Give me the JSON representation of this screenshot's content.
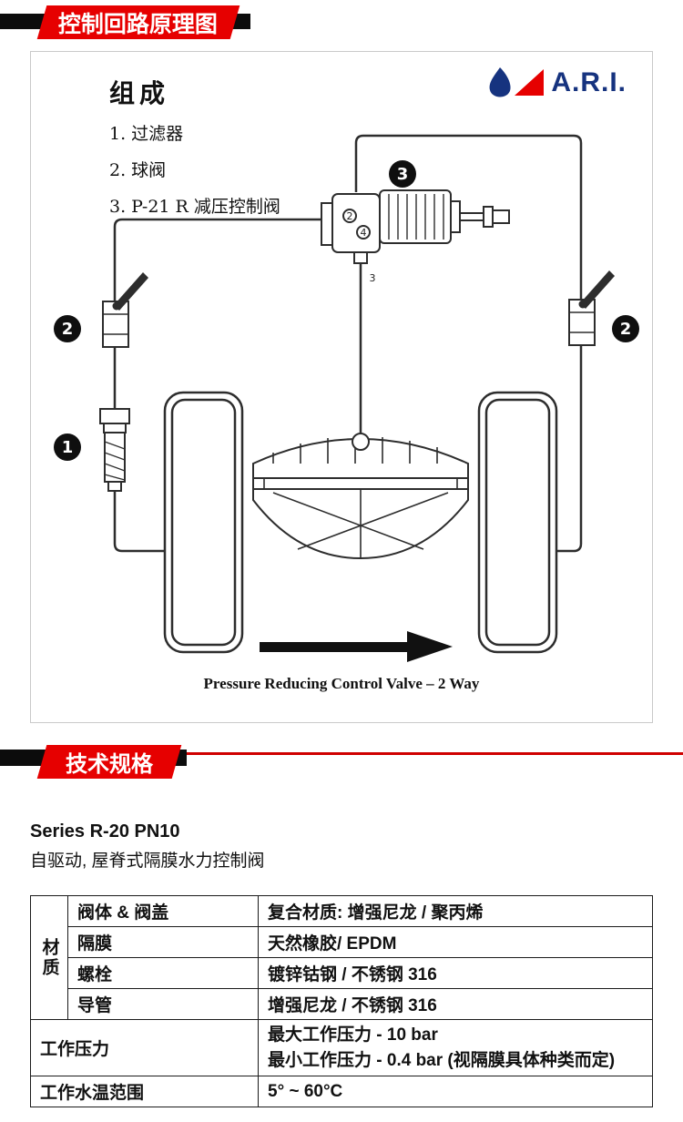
{
  "banners": {
    "top": "控制回路原理图",
    "specs": "技术规格"
  },
  "logo": {
    "text": "A.R.I."
  },
  "diagram": {
    "title": "组成",
    "legend": [
      "1. 过滤器",
      "2. 球阀",
      "3. P-21 R 减压控制阀"
    ],
    "markers": {
      "one": "1",
      "two_left": "2",
      "two_right": "2",
      "three": "3"
    },
    "port_labels": {
      "two": "2",
      "four": "4",
      "three": "3"
    },
    "caption": "Pressure Reducing Control Valve – 2 Way"
  },
  "specs": {
    "series_title": "Series R-20 PN10",
    "series_subtitle": "自驱动, 屋脊式隔膜水力控制阀",
    "table": {
      "material_header": "材质",
      "rows": [
        {
          "label": "阀体 & 阀盖",
          "value": "复合材质: 增强尼龙 / 聚丙烯"
        },
        {
          "label": "隔膜",
          "value": "天然橡胶/ EPDM"
        },
        {
          "label": "螺栓",
          "value": "镀锌钴钢 / 不锈钢 316"
        },
        {
          "label": "导管",
          "value": "增强尼龙 / 不锈钢 316"
        }
      ],
      "pressure_label": "工作压力",
      "pressure_lines": [
        "最大工作压力 - 10 bar",
        "最小工作压力 - 0.4 bar (视隔膜具体种类而定)"
      ],
      "temp_label": "工作水温范围",
      "temp_value": "5° ~ 60°C"
    }
  },
  "colors": {
    "accent_red": "#e60000",
    "logo_blue": "#16337f"
  }
}
